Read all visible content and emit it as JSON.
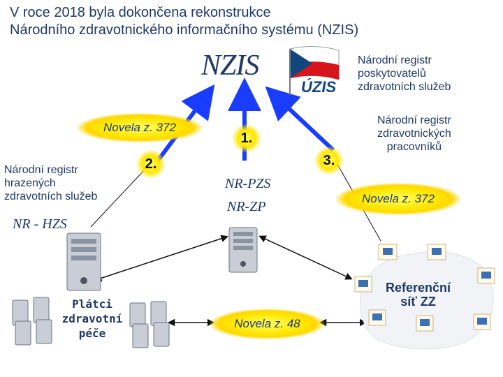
{
  "title": {
    "line1": "V roce 2018 byla dokončena rekonstrukce",
    "line2": "Národního zdravotnického informačního systému (NZIS)"
  },
  "center": {
    "nzis_logo": "NZIS",
    "uzis_logo": "ÚZIS"
  },
  "registers": {
    "providers": [
      "Národní registr",
      "poskytovatelů",
      "zdravotních služeb"
    ],
    "workers": [
      "Národní registr",
      "zdravotnických",
      "pracovníků"
    ],
    "paid_services": [
      "Národní registr",
      "hrazených",
      "zdravotních služeb"
    ],
    "nr_hzs": "NR - HZS",
    "nr_pzs": "NR-PZS",
    "nr_zp": "NR-ZP"
  },
  "amendments": {
    "left": "Novela z. 372",
    "right": "Novela z. 372",
    "bottom": "Novela z. 48"
  },
  "steps": [
    "1.",
    "2.",
    "3."
  ],
  "payers": [
    "Plátci",
    "zdravotní",
    "péče"
  ],
  "reference_network": [
    "Referenční",
    "síť ZZ"
  ],
  "colors": {
    "arrow_blue": "#1a3cff",
    "text_navy": "#1f3864",
    "glow_yellow": "#ffe600"
  },
  "icons": [
    "server-icon",
    "server-cluster-icon",
    "computer-icon",
    "czech-flag-icon"
  ]
}
